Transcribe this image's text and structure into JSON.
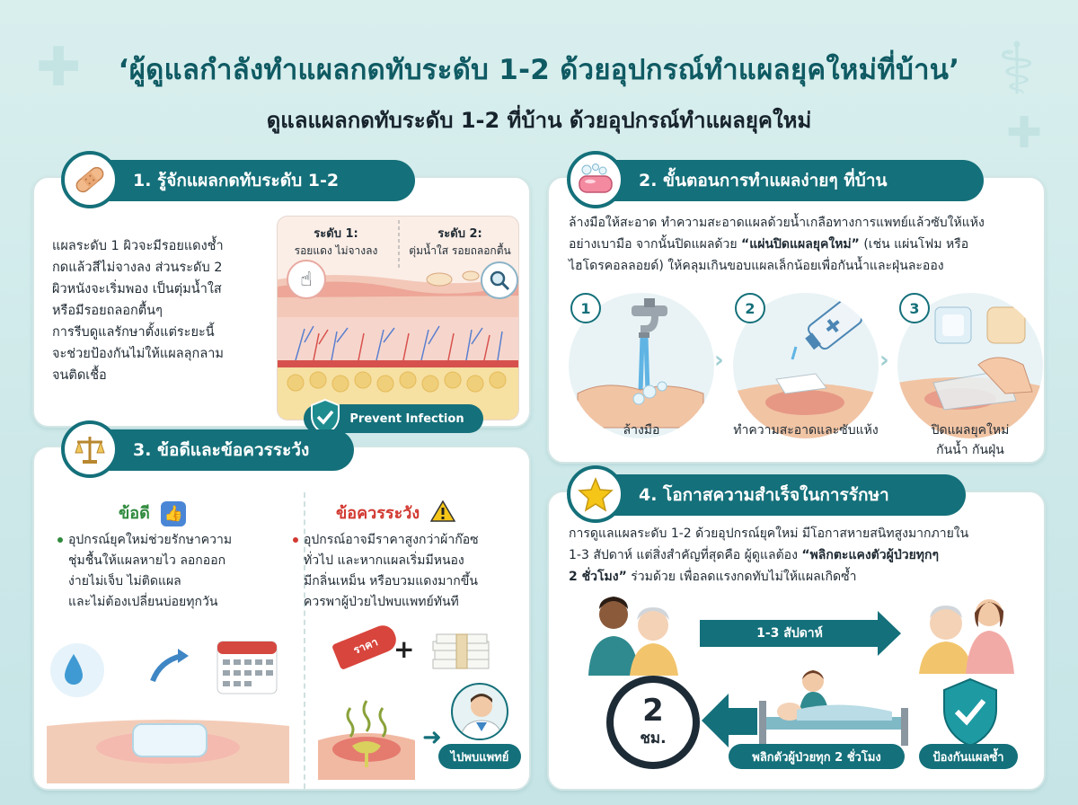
{
  "header": {
    "title": "‘ผู้ดูแลกำลังทำแผลกดทับระดับ 1-2 ด้วยอุปกรณ์ทำแผลยุคใหม่ที่บ้าน’",
    "subtitle": "ดูแลแผลกดทับระดับ 1-2 ที่บ้าน ด้วยอุปกรณ์ทำแผลยุคใหม่"
  },
  "card1": {
    "heading": "1. รู้จักแผลกดทับระดับ 1-2",
    "icon": "bandage-icon",
    "paragraph_lines": [
      "แผลระดับ 1 ผิวจะมีรอยแดงช้ำ",
      "กดแล้วสีไม่จางลง ส่วนระดับ 2",
      "ผิวหนังจะเริ่มพอง เป็นตุ่มน้ำใส",
      "หรือมีรอยถลอกตื้นๆ",
      "การรีบดูแลรักษาตั้งแต่ระยะนี้",
      "จะช่วยป้องกันไม่ให้แผลลุกลาม",
      "จนติดเชื้อ"
    ],
    "stage1_title": "ระดับ 1:",
    "stage1_desc": "รอยแดง ไม่จางลง",
    "stage2_title": "ระดับ 2:",
    "stage2_desc": "ตุ่มน้ำใส รอยถลอกตื้น",
    "badge": "Prevent Infection"
  },
  "card2": {
    "heading": "2. ขั้นตอนการทำแผลง่ายๆ ที่บ้าน",
    "icon": "soap-icon",
    "para_line1": "ล้างมือให้สะอาด ทำความสะอาดแผลด้วยน้ำเกลือทางการแพทย์แล้วซับให้แห้ง",
    "para_line2a": "อย่างเบามือ จากนั้นปิดแผลด้วย ",
    "para_line2b": "“แผ่นปิดแผลยุคใหม่”",
    "para_line2c": " (เช่น แผ่นโฟม หรือ",
    "para_line3": "ไฮโดรคอลลอยด์) ให้คลุมเกินขอบแผลเล็กน้อยเพื่อกันน้ำและฝุ่นละออง",
    "steps": [
      {
        "num": "1",
        "caption1": "ล้างมือ",
        "caption2": ""
      },
      {
        "num": "2",
        "caption1": "ทำความสะอาดและซับแห้ง",
        "caption2": ""
      },
      {
        "num": "3",
        "caption1": "ปิดแผลยุคใหม่",
        "caption2": "กันน้ำ กันฝุ่น"
      }
    ]
  },
  "card3": {
    "heading": "3. ข้อดีและข้อควรระวัง",
    "icon": "scale-icon",
    "pros_title": "ข้อดี",
    "pros_lines": [
      "อุปกรณ์ยุคใหม่ช่วยรักษาความ",
      "ชุ่มชื้นให้แผลหายไว ลอกออก",
      "ง่ายไม่เจ็บ ไม่ติดแผล",
      "และไม่ต้องเปลี่ยนบ่อยทุกวัน"
    ],
    "cons_title": "ข้อควรระวัง",
    "cons_lines": [
      "อุปกรณ์อาจมีราคาสูงกว่าผ้าก๊อซ",
      "ทั่วไป และหากแผลเริ่มมีหนอง",
      "มีกลิ่นเหม็น หรือบวมแดงมากขึ้น",
      "ควรพาผู้ป่วยไปพบแพทย์ทันที"
    ],
    "price_tag": "ราคา",
    "doctor_button": "ไปพบแพทย์"
  },
  "card4": {
    "heading": "4. โอกาสความสำเร็จในการรักษา",
    "icon": "star-icon",
    "para_line1": "การดูแลแผลระดับ 1-2 ด้วยอุปกรณ์ยุคใหม่ มีโอกาสหายสนิทสูงมากภายใน",
    "para_line2a": "1-3 สัปดาห์ แต่สิ่งสำคัญที่สุดคือ ผู้ดูแลต้อง ",
    "para_line2b": "“พลิกตะแคงตัวผู้ป่วยทุกๆ",
    "para_line3a": "2 ชั่วโมง”",
    "para_line3b": " ร่วมด้วย เพื่อลดแรงกดทับไม่ให้แผลเกิดซ้ำ",
    "weeks_label": "1-3 สัปดาห์",
    "clock_num": "2",
    "clock_unit": "ชม.",
    "turn_label": "พลิกตัวผู้ป่วยทุก 2 ชั่วโมง",
    "prevent_label": "ป้องกันแผลซ้ำ"
  },
  "colors": {
    "teal": "#14707a",
    "title_teal": "#0f5a63",
    "pros_green": "#2f8a3d",
    "cons_red": "#d23a32"
  }
}
